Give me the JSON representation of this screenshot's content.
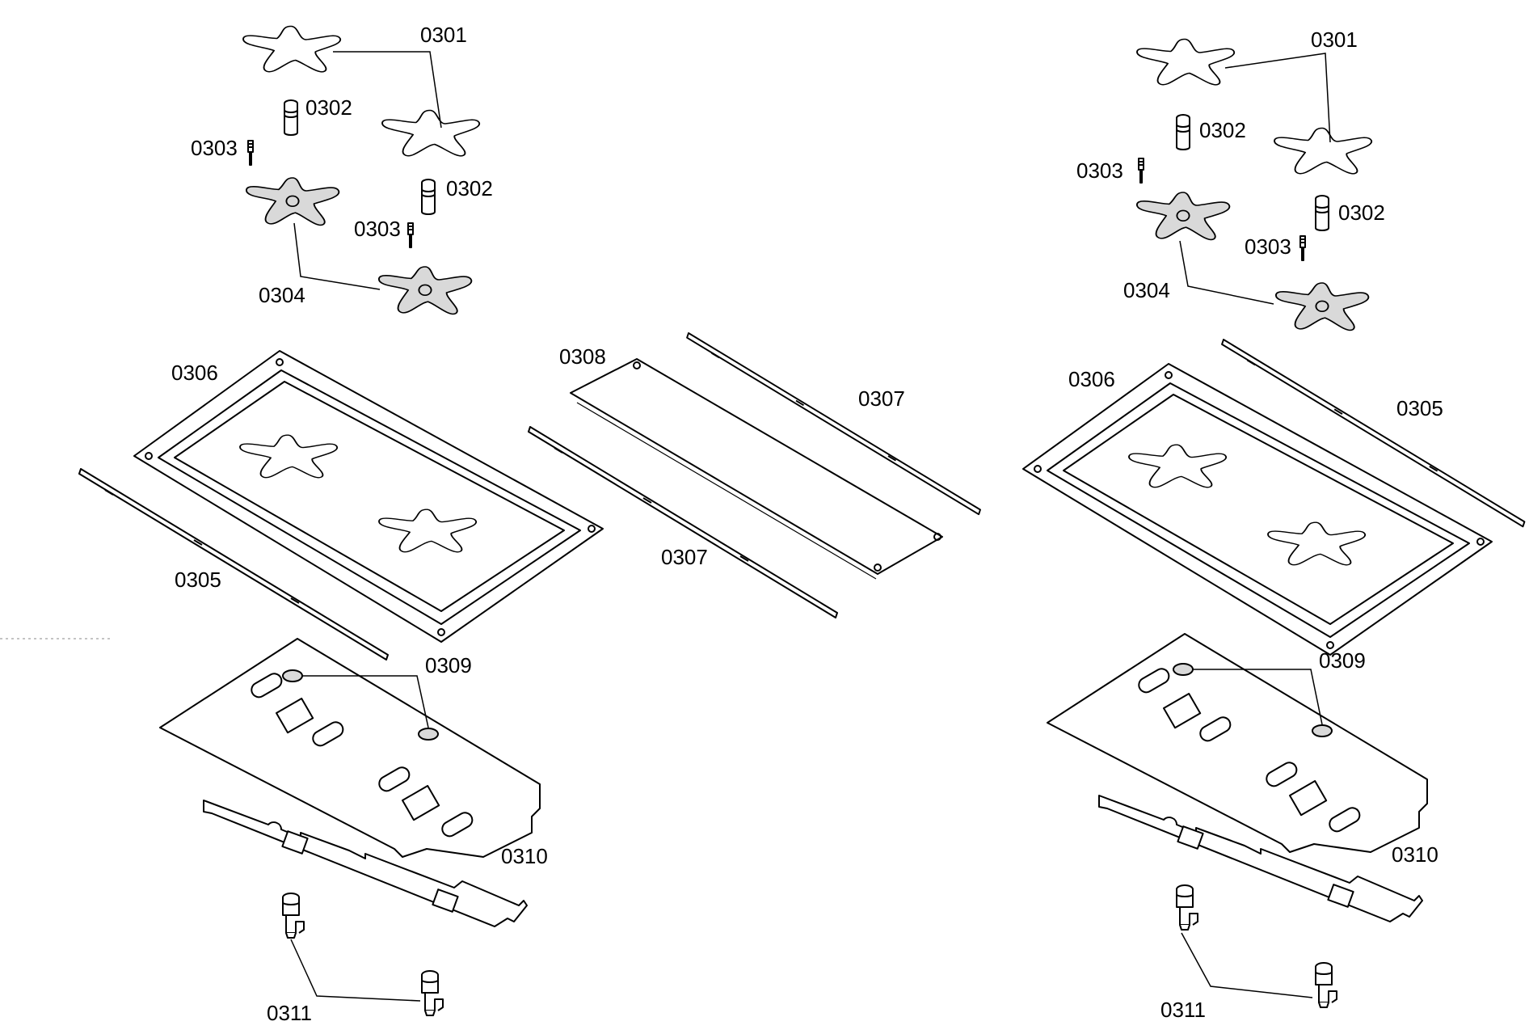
{
  "labels": {
    "l0301": "0301",
    "l0302": "0302",
    "l0303": "0303",
    "l0304": "0304",
    "l0305": "0305",
    "l0306": "0306",
    "l0307": "0307",
    "l0308": "0308",
    "l0309": "0309",
    "l0310": "0310",
    "l0311": "0311"
  }
}
